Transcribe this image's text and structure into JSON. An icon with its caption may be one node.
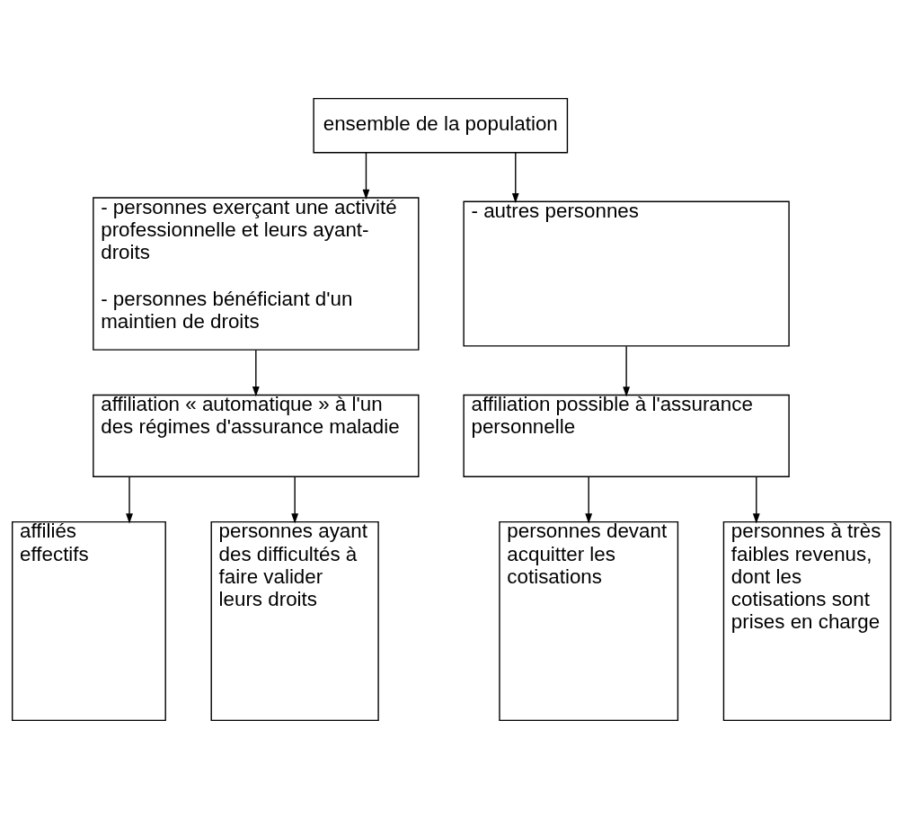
{
  "diagram": {
    "nodes": [
      {
        "text": [
          "ensemble de la population"
        ]
      },
      {
        "text": [
          "- personnes exerçant une activité professionnelle et leurs ayant-droits",
          "- personnes bénéficiant d'un maintien de droits"
        ]
      },
      {
        "text": [
          "- autres personnes"
        ]
      },
      {
        "text": [
          "affiliation « automatique » à l'un des régimes d'assurance maladie"
        ]
      },
      {
        "text": [
          "affiliation possible à l'assurance personnelle"
        ]
      },
      {
        "text": [
          "affiliés effectifs"
        ]
      },
      {
        "text": [
          "personnes ayant des difficultés à faire valider leurs droits"
        ]
      },
      {
        "text": [
          "personnes devant acquitter les cotisations"
        ]
      },
      {
        "text": [
          "personnes à très faibles revenus, dont les cotisations sont prises en charge"
        ]
      }
    ],
    "edges": [
      {
        "from": 0,
        "to": 1,
        "arrow": "to"
      },
      {
        "from": 0,
        "to": 2,
        "arrow": "to"
      },
      {
        "from": 1,
        "to": 3,
        "arrow": "to"
      },
      {
        "from": 2,
        "to": 4,
        "arrow": "to"
      },
      {
        "from": 3,
        "to": 5,
        "arrow": "to"
      },
      {
        "from": 3,
        "to": 6,
        "arrow": "to"
      },
      {
        "from": 4,
        "to": 7,
        "arrow": "to"
      },
      {
        "from": 4,
        "to": 8,
        "arrow": "to"
      }
    ]
  }
}
